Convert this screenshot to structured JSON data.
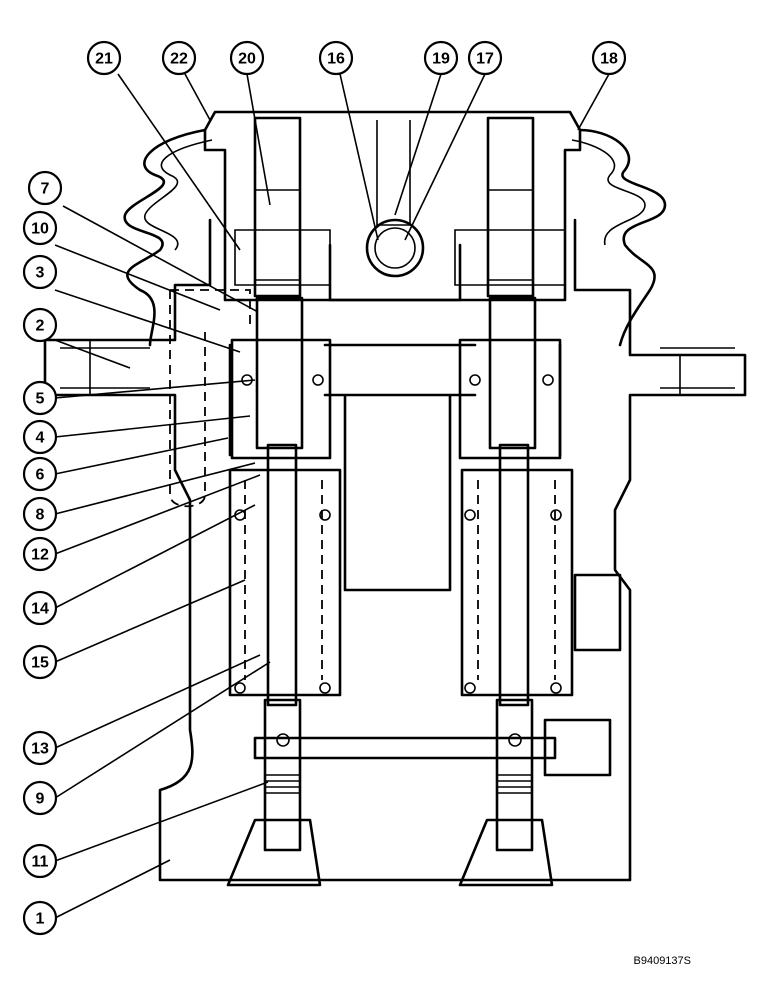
{
  "figure_code": "B9409137S",
  "callouts": [
    {
      "label": "21"
    },
    {
      "label": "22"
    },
    {
      "label": "20"
    },
    {
      "label": "16"
    },
    {
      "label": "19"
    },
    {
      "label": "17"
    },
    {
      "label": "18"
    },
    {
      "label": "7"
    },
    {
      "label": "10"
    },
    {
      "label": "3"
    },
    {
      "label": "2"
    },
    {
      "label": "5"
    },
    {
      "label": "4"
    },
    {
      "label": "6"
    },
    {
      "label": "8"
    },
    {
      "label": "12"
    },
    {
      "label": "14"
    },
    {
      "label": "15"
    },
    {
      "label": "13"
    },
    {
      "label": "9"
    },
    {
      "label": "11"
    },
    {
      "label": "1"
    }
  ]
}
